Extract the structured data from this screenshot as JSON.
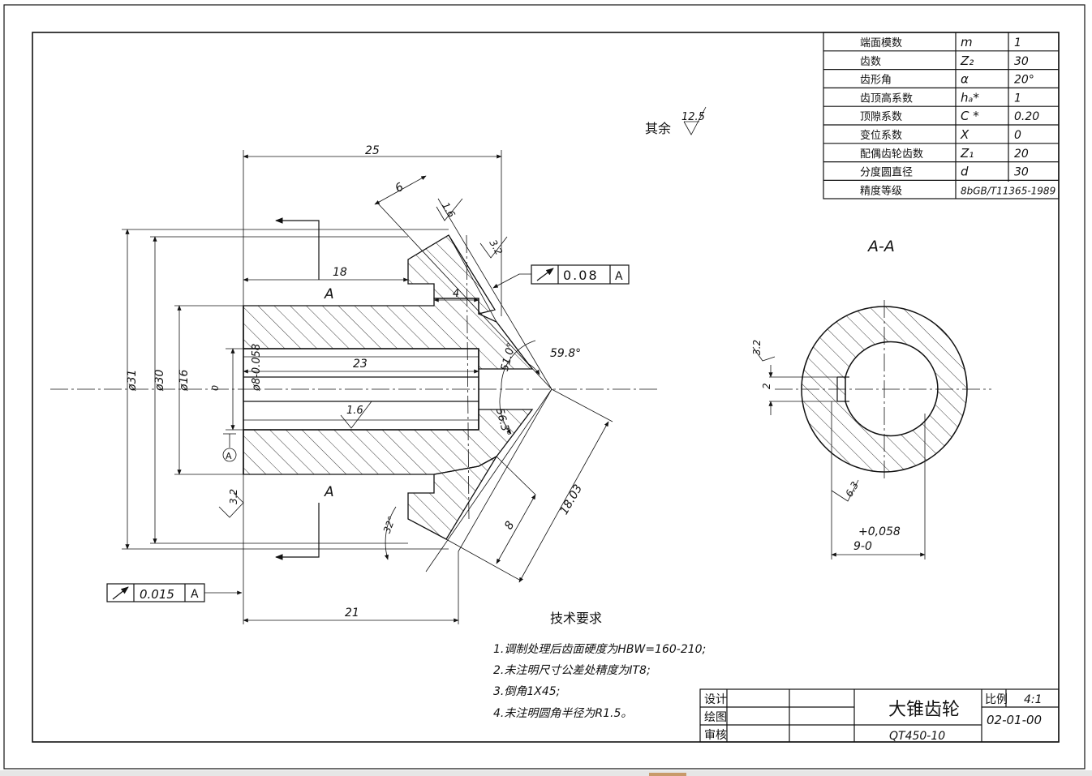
{
  "param_table": [
    {
      "name": "端面模数",
      "symbol": "m",
      "value": "1"
    },
    {
      "name": "齿数",
      "symbol": "Z₂",
      "value": "30"
    },
    {
      "name": "齿形角",
      "symbol": "α",
      "value": "20°"
    },
    {
      "name": "齿顶高系数",
      "symbol": "hₐ*",
      "value": "1"
    },
    {
      "name": "顶隙系数",
      "symbol": "C *",
      "value": "0.20"
    },
    {
      "name": "变位系数",
      "symbol": "X",
      "value": "0"
    },
    {
      "name": "配偶齿轮齿数",
      "symbol": "Z₁",
      "value": "20"
    },
    {
      "name": "分度圆直径",
      "symbol": "d",
      "value": "30"
    },
    {
      "name": "精度等级",
      "symbol": "8bGB/T11365-1989",
      "value": ""
    }
  ],
  "roughness_rest": {
    "label": "其余",
    "value": "12.5"
  },
  "section_title": "A-A",
  "dims": {
    "d25": "25",
    "d6": "6",
    "d16r": "1.6",
    "d32a": "3.2",
    "d18": "18",
    "d4": "4",
    "d23": "23",
    "phi31": "ø31",
    "phi30": "ø30",
    "phi16": "ø16",
    "phi8": "ø8-0.058",
    "phi8b": "0",
    "r16": "1.6",
    "r32": "3.2",
    "ang510": "51.0°",
    "ang598": "59.8°",
    "ang563": "56.3°",
    "ang32": "32°",
    "d8": "8",
    "d1803": "18.03",
    "d21": "21",
    "secA": "A",
    "secA2": "A",
    "datum": "A"
  },
  "tol_top": {
    "value": "0.08",
    "datum": "A"
  },
  "tol_left": {
    "value": "0.015",
    "datum": "A"
  },
  "section_dims": {
    "r32": "3.2",
    "w2": "2",
    "r63": "6.3",
    "tol": "+0,058",
    "base": "9-0"
  },
  "tech_title": "技术要求",
  "tech_notes": [
    "1.调制处理后齿面硬度为HBW=160-210;",
    "2.未注明尺寸公差处精度为IT8;",
    "3.倒角1X45;",
    "4.未注明圆角半径为R1.5。"
  ],
  "title_block": {
    "row1": "设计",
    "row2": "绘图",
    "row3": "审核",
    "name": "大锥齿轮",
    "material": "QT450-10",
    "scale_label": "比例",
    "scale": "4:1",
    "code": "02-01-00"
  }
}
